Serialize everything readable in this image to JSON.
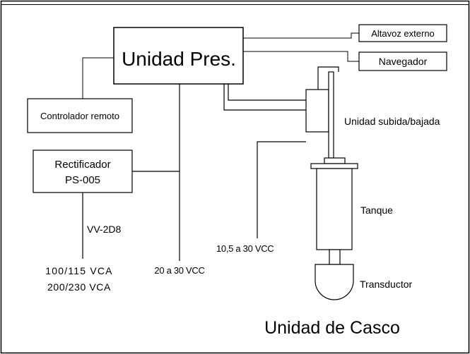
{
  "diagram": {
    "main_unit": "Unidad Pres.",
    "external_speaker": "Altavoz externo",
    "navigator": "Navegador",
    "remote_controller": "Controlador remoto",
    "rectifier_line1": "Rectificador",
    "rectifier_line2": "PS-005",
    "cable_type": "VV-2D8",
    "ac_power_line1": "100/115 VCA",
    "ac_power_line2": "200/230 VCA",
    "dc_power_main": "20 a 30 VCC",
    "dc_power_hoist": "10,5 a 30 VCC",
    "hoist_unit": "Unidad subida/bajada",
    "tank": "Tanque",
    "transducer": "Transductor",
    "hull_unit_title": "Unidad de Casco"
  }
}
